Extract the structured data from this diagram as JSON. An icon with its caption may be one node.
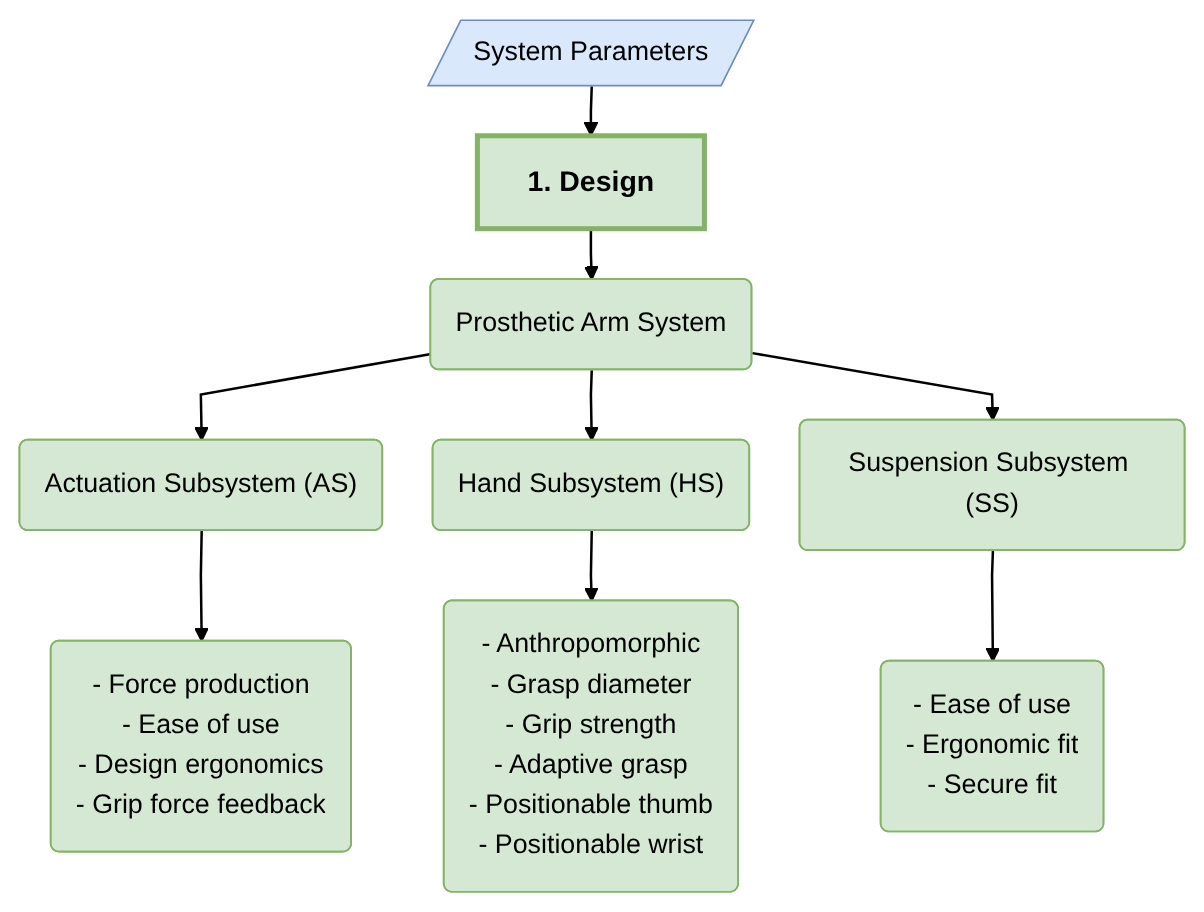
{
  "diagram": {
    "nodes": [
      {
        "text": [
          "System Parameters"
        ]
      },
      {
        "text": [
          "1. Design"
        ]
      },
      {
        "text": [
          "Prosthetic Arm System"
        ]
      },
      {
        "text": [
          "Actuation Subsystem (AS)"
        ]
      },
      {
        "text": [
          "Hand Subsystem (HS)"
        ]
      },
      {
        "text": [
          "Suspension Subsystem (SS)"
        ]
      },
      {
        "text": [
          "- Force production",
          "- Ease of use",
          "- Design ergonomics",
          "- Grip force feedback"
        ]
      },
      {
        "text": [
          "- Anthropomorphic",
          "- Grasp diameter",
          "- Grip strength",
          "- Adaptive grasp",
          "- Positionable thumb",
          "- Positionable wrist"
        ]
      },
      {
        "text": [
          "- Ease of use",
          "- Ergonomic fit",
          "- Secure fit"
        ]
      }
    ],
    "edges": [
      {
        "from": 0,
        "to": 1,
        "arrow": "to"
      },
      {
        "from": 1,
        "to": 2,
        "arrow": "to"
      },
      {
        "from": 2,
        "to": 3,
        "arrow": "to"
      },
      {
        "from": 2,
        "to": 4,
        "arrow": "to"
      },
      {
        "from": 2,
        "to": 5,
        "arrow": "to"
      },
      {
        "from": 3,
        "to": 6,
        "arrow": "to"
      },
      {
        "from": 4,
        "to": 7,
        "arrow": "to"
      },
      {
        "from": 5,
        "to": 8,
        "arrow": "to"
      }
    ]
  }
}
